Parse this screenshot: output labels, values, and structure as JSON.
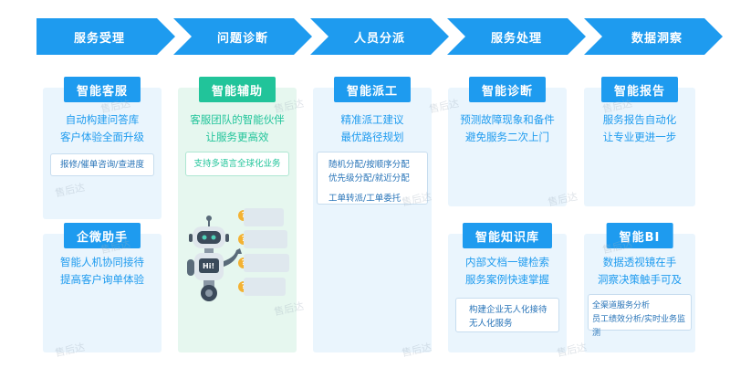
{
  "steps": [
    "服务受理",
    "问题诊断",
    "人员分派",
    "服务处理",
    "数据洞察"
  ],
  "cards": {
    "kefu": {
      "title": "智能客服",
      "lines": [
        "自动构建问答库",
        "客户体验全面升级"
      ],
      "chip": "报修/催单咨询/查进度"
    },
    "qiwei": {
      "title": "企微助手",
      "lines": [
        "智能人机协同接待",
        "提高客户询单体验"
      ]
    },
    "fuzhu": {
      "title": "智能辅助",
      "lines": [
        "客服团队的智能伙伴",
        "让服务更高效"
      ],
      "chip": "支持多语言全球化业务",
      "robot_badge": "Hi!"
    },
    "paigong": {
      "title": "智能派工",
      "lines": [
        "精准派工建议",
        "最优路径规划"
      ],
      "chip_lines": [
        "随机分配/按顺序分配",
        "优先级分配/就近分配"
      ],
      "chip_extra": "工单转派/工单委托"
    },
    "zhenduan": {
      "title": "智能诊断",
      "lines": [
        "预测故障现象和备件",
        "避免服务二次上门"
      ]
    },
    "zhishi": {
      "title": "智能知识库",
      "lines": [
        "内部文档一键检索",
        "服务案例快速掌握"
      ],
      "chip_lines": [
        "构建企业无人化接待",
        "无人化服务"
      ]
    },
    "baogao": {
      "title": "智能报告",
      "lines": [
        "服务报告自动化",
        "让专业更进一步"
      ]
    },
    "bi": {
      "title": "智能BI",
      "lines": [
        "数据透视镜在手",
        "洞察决策触手可及"
      ],
      "chip_lines": [
        "全渠道服务分析",
        "员工绩效分析/实时业务监测"
      ]
    }
  },
  "watermark": "售后达",
  "colors": {
    "blue": "#1e9bef",
    "green": "#21c49a",
    "panel_blue": "#eaf5fd",
    "panel_green": "#e6f7ef"
  }
}
